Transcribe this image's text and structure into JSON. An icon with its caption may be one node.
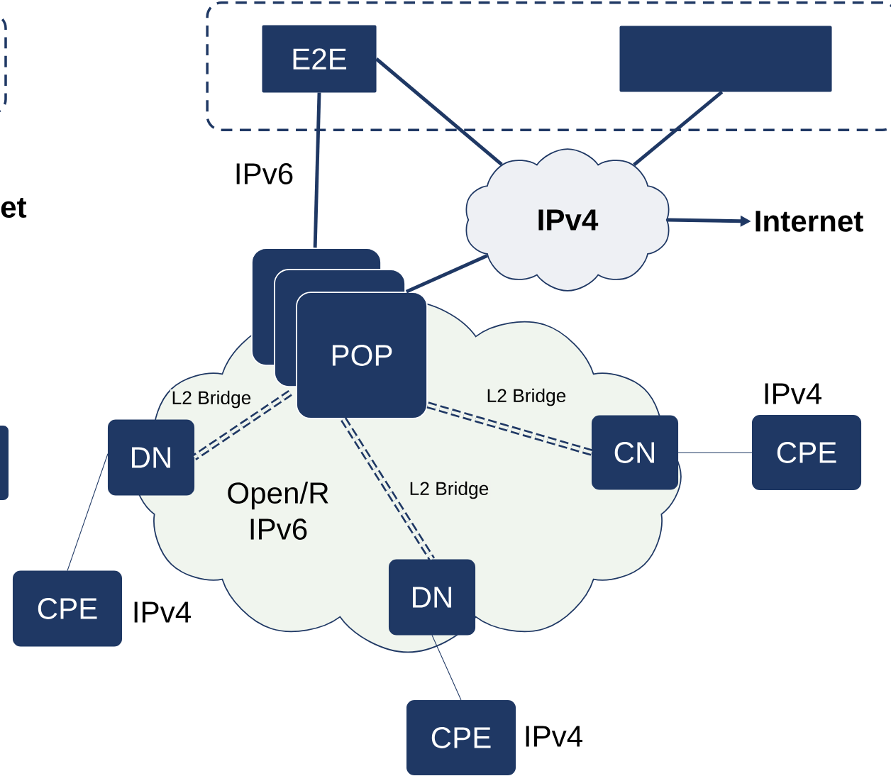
{
  "diagram": {
    "nodes": [
      {
        "text": [],
        "shape": "box"
      },
      {
        "text": [
          "E2E"
        ],
        "in": 0
      },
      {
        "text": [],
        "shape": "box",
        "in": 0
      },
      {
        "text": [
          "IPv4"
        ]
      },
      {
        "text": [
          "Internet"
        ]
      },
      {
        "text": [
          "POP"
        ]
      },
      {
        "text": [
          "Open/R IPv6"
        ]
      },
      {
        "text": [
          "DN"
        ],
        "in": 6
      },
      {
        "text": [
          "CN"
        ],
        "in": 6
      },
      {
        "text": [
          "DN"
        ],
        "in": 6
      },
      {
        "text": [
          "CPE"
        ],
        "beside": [
          "IPv4"
        ]
      },
      {
        "text": [
          "CPE"
        ],
        "beside": [
          "IPv4"
        ]
      },
      {
        "text": [
          "CPE"
        ],
        "beside": [
          "IPv4"
        ]
      }
    ],
    "edges": [
      {
        "from": 1,
        "to": 5,
        "arrow": "none",
        "label": "IPv6"
      },
      {
        "from": 1,
        "to": 3,
        "arrow": "none"
      },
      {
        "from": 2,
        "to": 3,
        "arrow": "none"
      },
      {
        "from": 5,
        "to": 3,
        "arrow": "none"
      },
      {
        "from": 3,
        "to": 4,
        "arrow": "to"
      },
      {
        "from": 5,
        "to": 7,
        "arrow": "none",
        "label": "L2 Bridge",
        "style": "dashed"
      },
      {
        "from": 5,
        "to": 8,
        "arrow": "none",
        "label": "L2 Bridge",
        "style": "dashed"
      },
      {
        "from": 5,
        "to": 9,
        "arrow": "none",
        "label": "L2 Bridge",
        "style": "dashed"
      },
      {
        "from": 7,
        "to": 10,
        "arrow": "none"
      },
      {
        "from": 8,
        "to": 11,
        "arrow": "none"
      },
      {
        "from": 9,
        "to": 12,
        "arrow": "none"
      }
    ],
    "labels": [
      "et"
    ]
  }
}
